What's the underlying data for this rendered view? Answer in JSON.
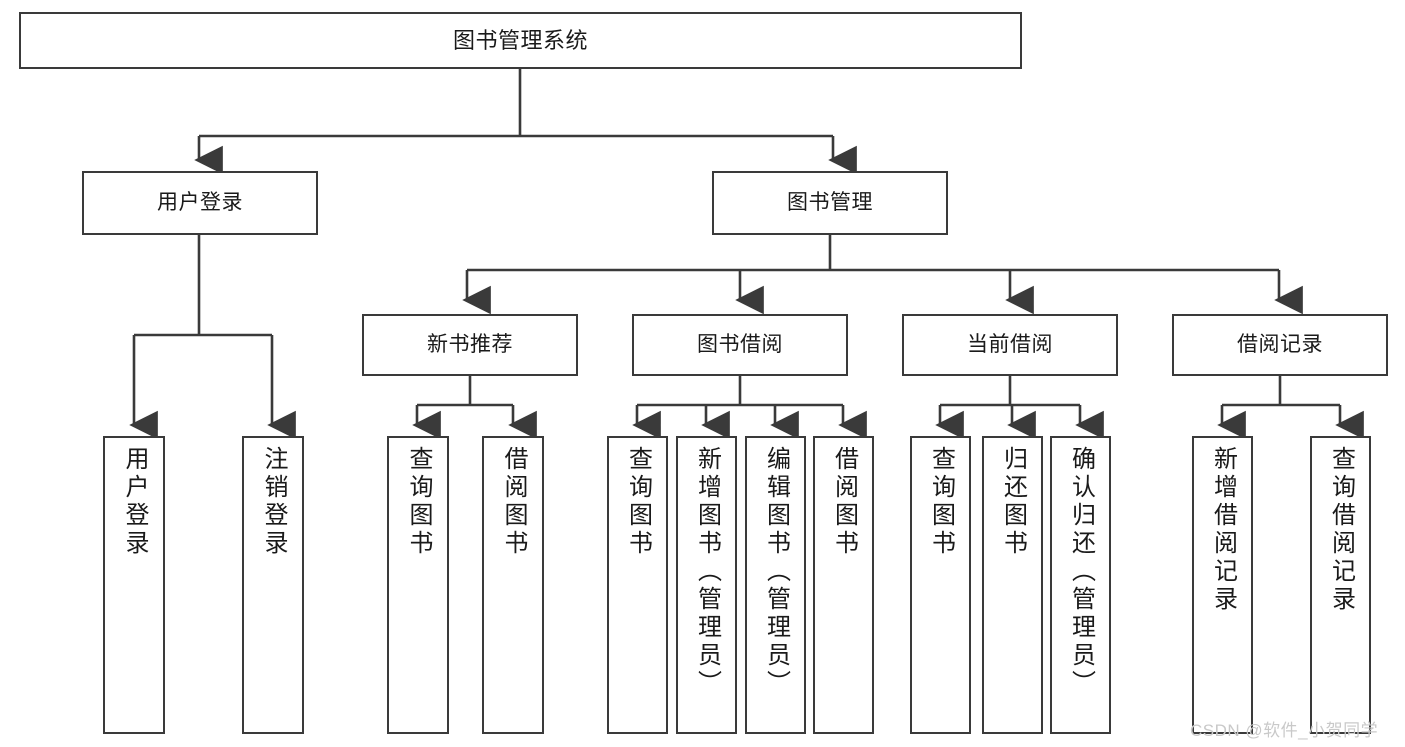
{
  "diagram": {
    "title": "图书管理系统",
    "watermark": "CSDN @软件_小贺同学",
    "colors": {
      "box_border": "#3a3a3a",
      "box_fill": "#ffffff",
      "connector": "#3a3a3a",
      "text": "#1a1a1a",
      "watermark": "#c9c9c9",
      "background": "#ffffff"
    }
  },
  "nodes": {
    "root": {
      "label": "图书管理系统"
    },
    "level1": [
      {
        "label": "用户登录"
      },
      {
        "label": "图书管理"
      }
    ],
    "level2": [
      {
        "label": "新书推荐"
      },
      {
        "label": "图书借阅"
      },
      {
        "label": "当前借阅"
      },
      {
        "label": "借阅记录"
      }
    ],
    "leaves": {
      "user_login": [
        {
          "label": "用户登录"
        },
        {
          "label": "注销登录"
        }
      ],
      "new_book_recommend": [
        {
          "label": "查询图书"
        },
        {
          "label": "借阅图书"
        }
      ],
      "book_borrow": [
        {
          "label": "查询图书"
        },
        {
          "label": "新增图书（管理员）"
        },
        {
          "label": "编辑图书（管理员）"
        },
        {
          "label": "借阅图书"
        }
      ],
      "current_borrow": [
        {
          "label": "查询图书"
        },
        {
          "label": "归还图书"
        },
        {
          "label": "确认归还（管理员）"
        }
      ],
      "borrow_record": [
        {
          "label": "新增借阅记录"
        },
        {
          "label": "查询借阅记录"
        }
      ]
    }
  }
}
